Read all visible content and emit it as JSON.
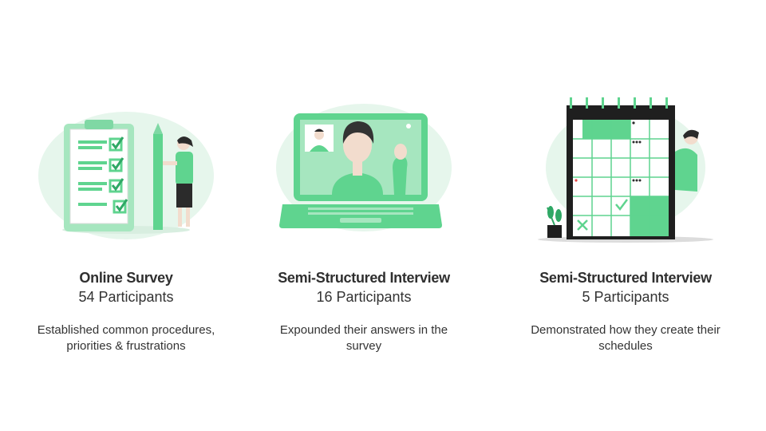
{
  "colors": {
    "green": "#5fd48f",
    "green_light": "#e6f6ec",
    "dark": "#1f1f1f"
  },
  "columns": [
    {
      "illustration": "clipboard-survey-illustration",
      "title": "Online Survey",
      "participants": "54 Participants",
      "description": "Established common procedures, priorities & frustrations"
    },
    {
      "illustration": "laptop-video-call-illustration",
      "title": "Semi-Structured Interview",
      "participants": "16 Participants",
      "description": "Expounded their answers in the survey"
    },
    {
      "illustration": "calendar-schedule-illustration",
      "title": "Semi-Structured Interview",
      "participants": "5 Participants",
      "description": "Demonstrated how they create their schedules"
    }
  ]
}
